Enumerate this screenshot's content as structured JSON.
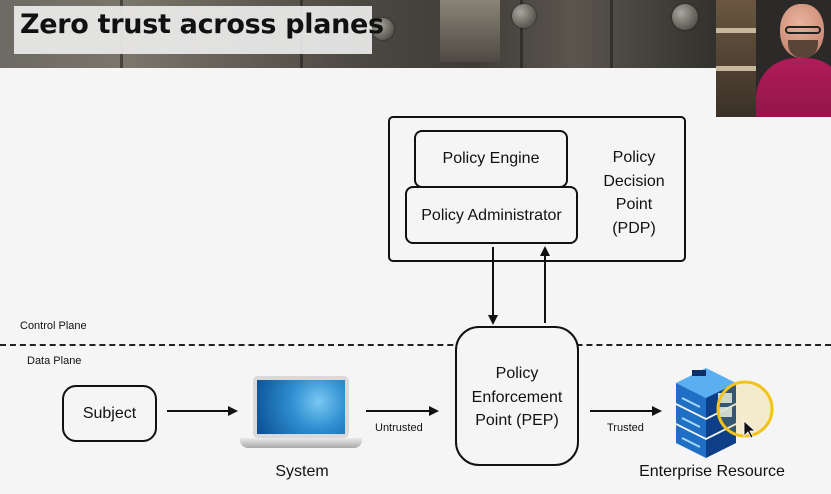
{
  "header": {
    "title": "Zero trust across planes"
  },
  "diagram": {
    "pdp": {
      "policy_engine": "Policy Engine",
      "policy_administrator": "Policy Administrator",
      "label_lines": [
        "Policy",
        "Decision",
        "Point",
        "(PDP)"
      ]
    },
    "planes": {
      "control": "Control Plane",
      "data": "Data Plane"
    },
    "subject": "Subject",
    "system": "System",
    "pep_lines": [
      "Policy",
      "Enforcement",
      "Point (PEP)"
    ],
    "edge_labels": {
      "untrusted": "Untrusted",
      "trusted": "Trusted"
    },
    "enterprise_resource": "Enterprise Resource"
  },
  "colors": {
    "server_blue": "#1f6fc5",
    "server_dark": "#0e3f86",
    "highlight_ring": "#f2c318"
  }
}
